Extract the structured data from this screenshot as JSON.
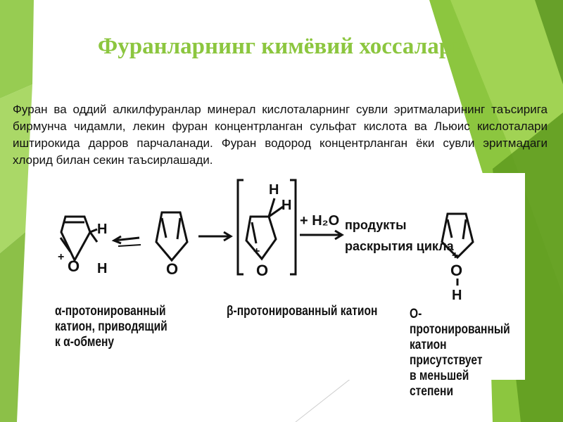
{
  "slide": {
    "title": "Фуранларнинг кимёвий хоссалари",
    "paragraph": "Фуран ва оддий алкилфуранлар минерал кислоталарнинг сувли эритмаларининг таъсирига бирмунча чидамли, лекин фуран концентрланган сульфат кислота ва Льюис кислоталари иштирокида дарров парчаланади. Фуран водород концентрланган ёки сувли эритмадаги хлорид билан секин таъсирлашади."
  },
  "scheme": {
    "atom_O": "O",
    "atom_H": "H",
    "plus": "+",
    "reagent": "+ H₂O",
    "products_line1": "продукты",
    "products_line2": "раскрытия цикла",
    "caption_alpha": [
      "α-протонированный",
      "катион, приводящий",
      "к α-обмену"
    ],
    "caption_beta": "β-протонированный катион",
    "caption_O": [
      "O-протонированный",
      "катион присутствует",
      "в меньшей степени"
    ]
  },
  "colors": {
    "title": "#8cc63f",
    "accent_green": "#8cc63f",
    "dark_green": "#5e9a1e"
  }
}
